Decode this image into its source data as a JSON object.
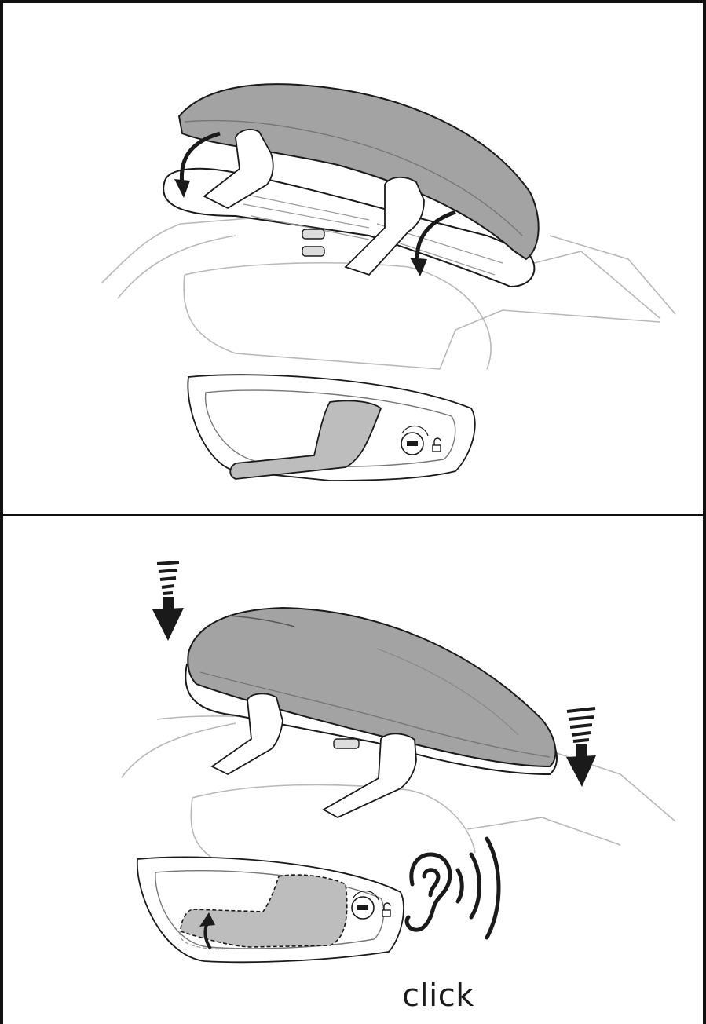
{
  "labels": {
    "click": "click"
  },
  "panels": [
    {
      "name": "close-lid-step"
    },
    {
      "name": "press-lid-step"
    }
  ],
  "colors": {
    "lid_fill": "#a3a3a3",
    "handle_fill": "#bdbdbd",
    "line": "#1a1a1a",
    "car_line": "#b8b8b8"
  },
  "icons": [
    "curved-arrow-icon",
    "down-arrow-icon",
    "ear-icon",
    "sound-waves-icon",
    "lock-icon"
  ]
}
